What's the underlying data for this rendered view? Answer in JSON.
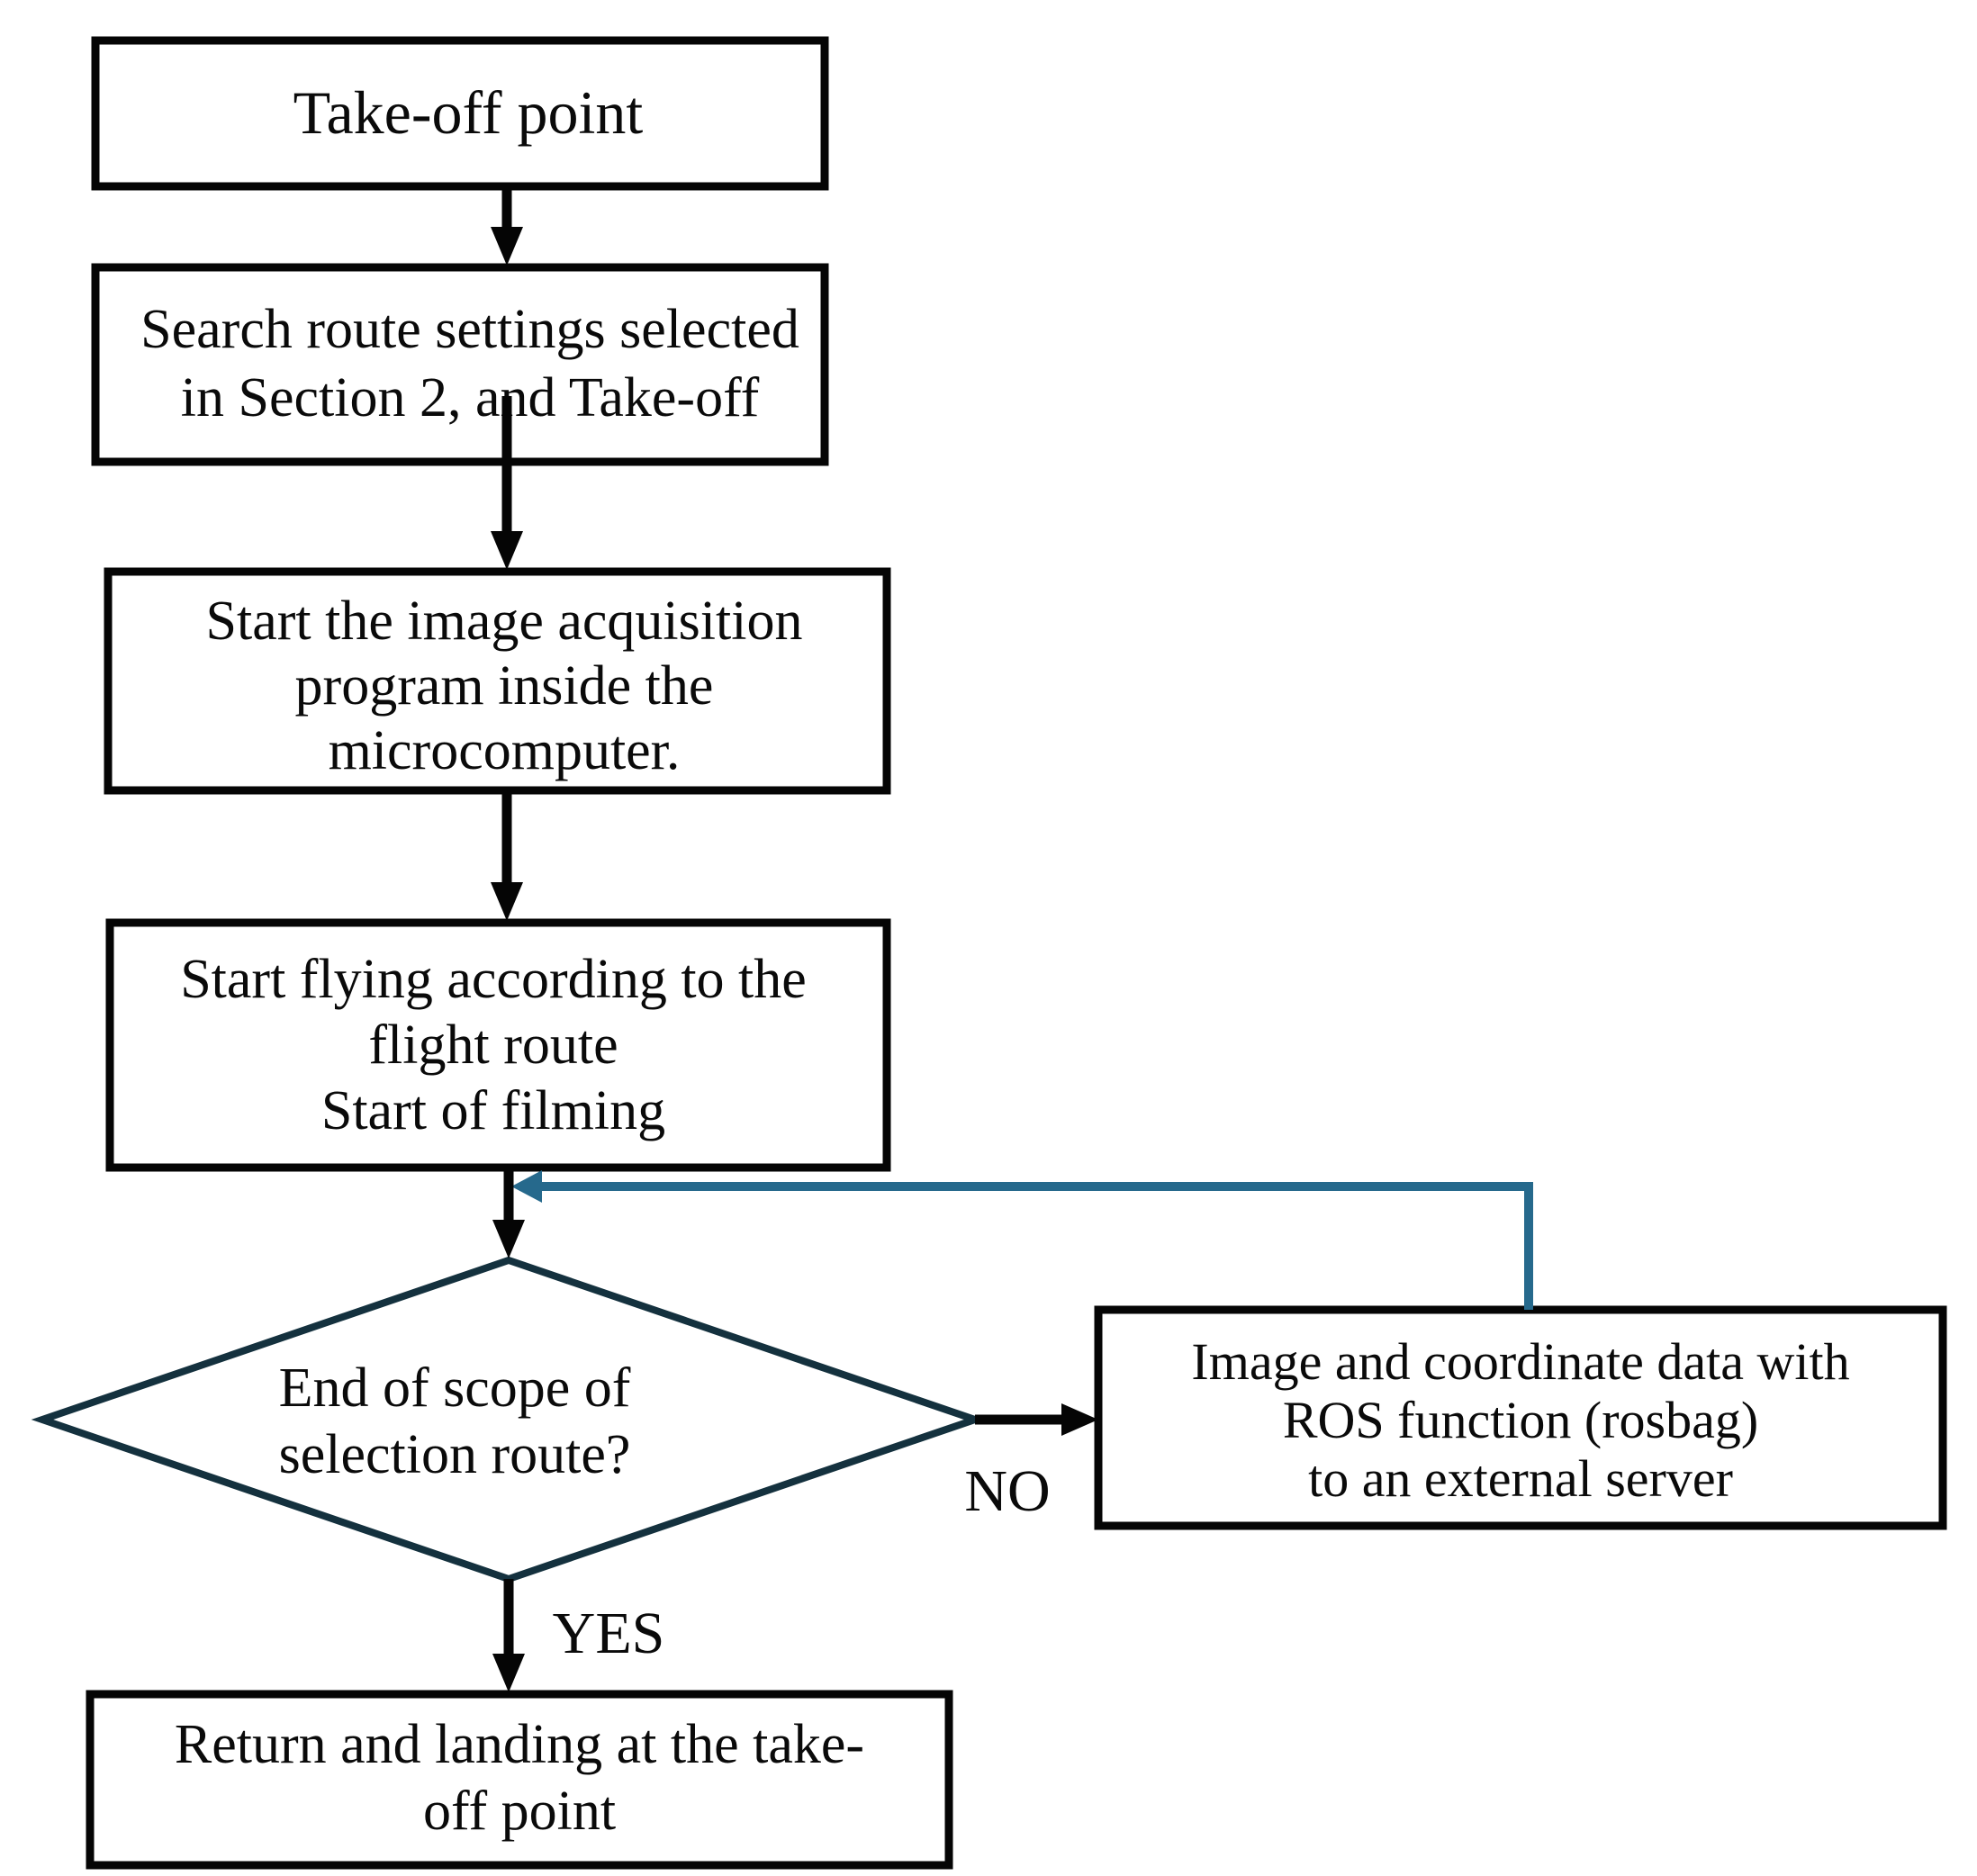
{
  "diagram": {
    "type": "flowchart",
    "background": "#ffffff",
    "nodes": {
      "takeoff": {
        "shape": "rectangle",
        "lines": {
          "l1": "Take-off point"
        }
      },
      "search_route": {
        "shape": "rectangle",
        "lines": {
          "l1": "Search route settings selected",
          "l2": "in Section 2, and Take-off"
        }
      },
      "start_program": {
        "shape": "rectangle",
        "lines": {
          "l1": "Start the image acquisition",
          "l2": "program inside the",
          "l3": "microcomputer."
        }
      },
      "start_flying": {
        "shape": "rectangle",
        "lines": {
          "l1": "Start flying according to the",
          "l2": "flight route",
          "l3": "Start of filming"
        }
      },
      "decision": {
        "shape": "diamond",
        "lines": {
          "l1": "End of scope of",
          "l2": "selection route?"
        }
      },
      "send_data": {
        "shape": "rectangle",
        "lines": {
          "l1": "Image and coordinate data with",
          "l2": "ROS function (rosbag)",
          "l3": "to an external server"
        }
      },
      "return_landing": {
        "shape": "rectangle",
        "lines": {
          "l1": "Return and landing at the take-",
          "l2": "off point"
        }
      }
    },
    "edges": {
      "yes_label": "YES",
      "no_label": "NO"
    },
    "colors": {
      "box_border": "#050505",
      "arrow_black": "#050505",
      "decision_border": "#14313e",
      "loop_arrow_teal": "#26698c",
      "text": "#0a0a0a",
      "background": "#ffffff"
    }
  }
}
